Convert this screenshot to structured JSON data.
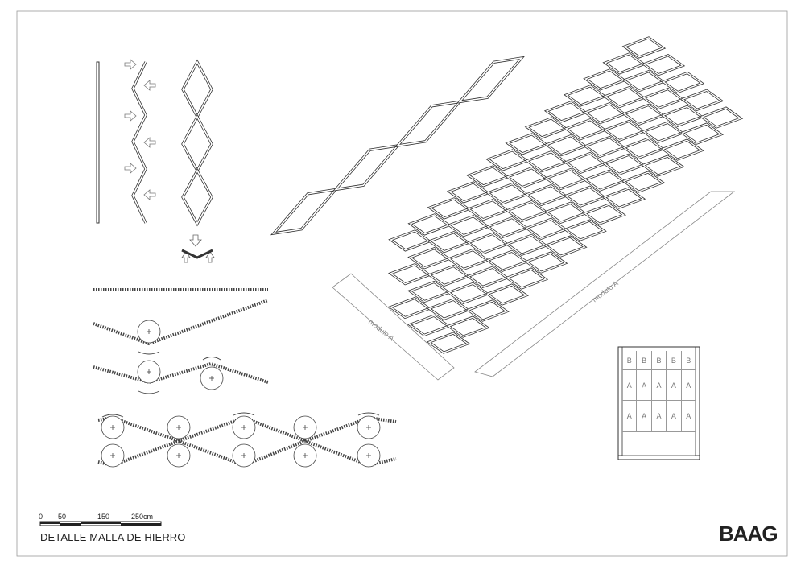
{
  "title": "DETALLE MALLA DE HIERRO",
  "logo": "BAAG",
  "scale_bar": {
    "labels": [
      "0",
      "50",
      "150",
      "250cm"
    ]
  },
  "sheet_labels": {
    "module_left": "modulo A",
    "module_right": "modulo A"
  },
  "module_grid": {
    "rows": [
      [
        "B",
        "B",
        "B",
        "B",
        "B"
      ],
      [
        "A",
        "A",
        "A",
        "A",
        "A"
      ],
      [
        "A",
        "A",
        "A",
        "A",
        "A"
      ]
    ]
  },
  "colors": {
    "line": "#333333",
    "paper": "#ffffff",
    "faint": "#999999"
  }
}
